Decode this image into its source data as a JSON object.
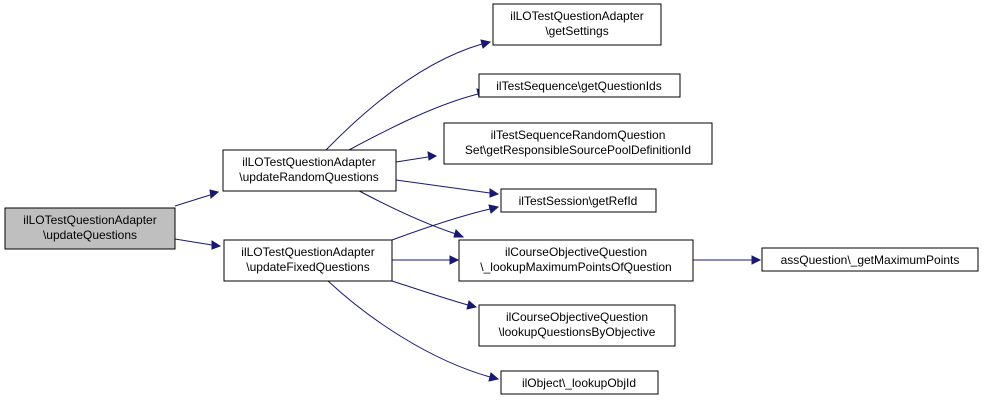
{
  "diagram": {
    "nodes": {
      "root": {
        "lines": [
          "ilLOTestQuestionAdapter",
          "\\updateQuestions"
        ],
        "highlighted": true
      },
      "updRandom": {
        "lines": [
          "ilLOTestQuestionAdapter",
          "\\updateRandomQuestions"
        ]
      },
      "updFixed": {
        "lines": [
          "ilLOTestQuestionAdapter",
          "\\updateFixedQuestions"
        ]
      },
      "getSettings": {
        "lines": [
          "ilLOTestQuestionAdapter",
          "\\getSettings"
        ]
      },
      "getQuestionIds": {
        "lines": [
          "ilTestSequence\\getQuestionIds"
        ]
      },
      "getRespPool": {
        "lines": [
          "ilTestSequenceRandomQuestion",
          "Set\\getResponsibleSourcePoolDefinitionId"
        ]
      },
      "getRefId": {
        "lines": [
          "ilTestSession\\getRefId"
        ]
      },
      "lookupMax": {
        "lines": [
          "ilCourseObjectiveQuestion",
          "\\_lookupMaximumPointsOfQuestion"
        ]
      },
      "getMaxPoints": {
        "lines": [
          "assQuestion\\_getMaximumPoints"
        ]
      },
      "lookupByObj": {
        "lines": [
          "ilCourseObjectiveQuestion",
          "\\lookupQuestionsByObjective"
        ]
      },
      "lookupObjId": {
        "lines": [
          "ilObject\\_lookupObjId"
        ]
      }
    },
    "colors": {
      "edge": "#191970",
      "highlight_fill": "#bfbfbf",
      "node_fill": "#ffffff"
    }
  }
}
